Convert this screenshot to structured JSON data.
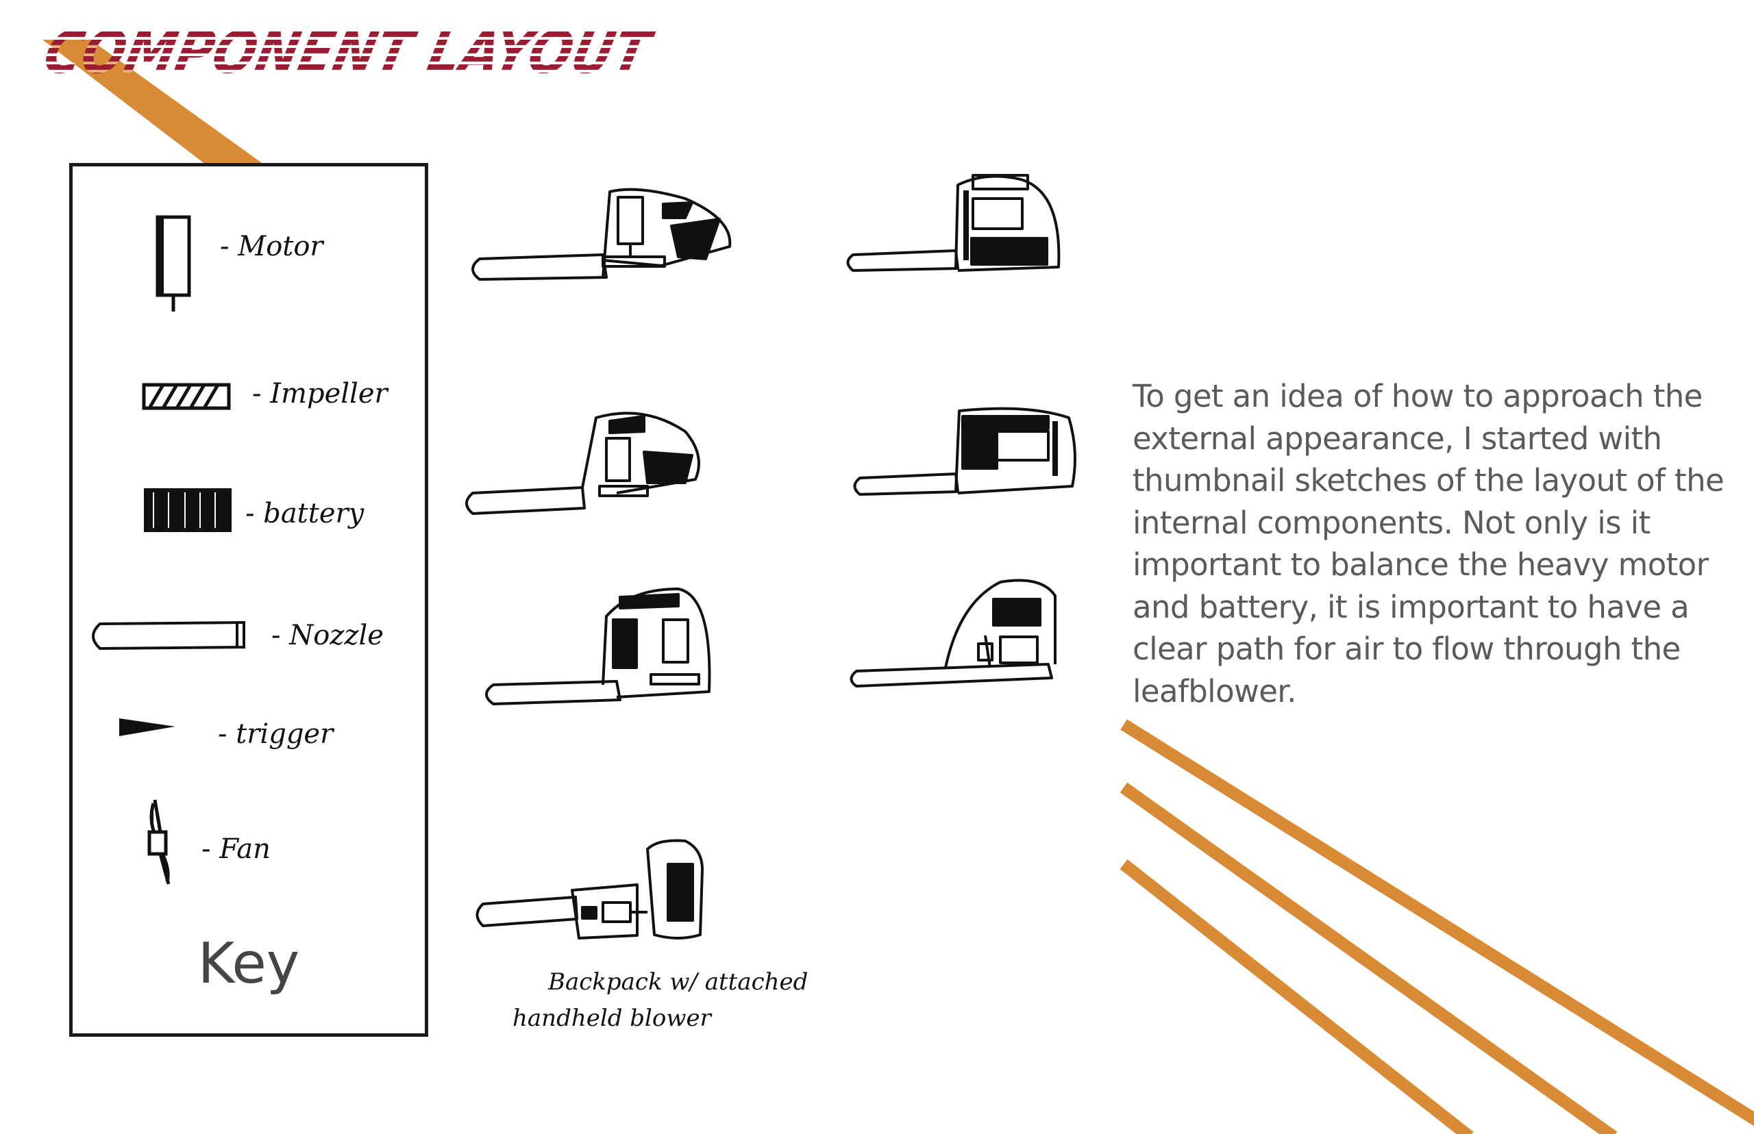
{
  "title": "COMPONENT LAYOUT",
  "colors": {
    "title_red": "#9b1b30",
    "accent_orange": "#d98a34",
    "text_gray": "#5a5a5a",
    "ink": "#111111"
  },
  "key": {
    "label": "Key",
    "items": [
      {
        "icon": "motor-icon",
        "label": "- Motor"
      },
      {
        "icon": "impeller-icon",
        "label": "- Impeller"
      },
      {
        "icon": "battery-icon",
        "label": "- battery"
      },
      {
        "icon": "nozzle-icon",
        "label": "- Nozzle"
      },
      {
        "icon": "trigger-icon",
        "label": "- trigger"
      },
      {
        "icon": "fan-icon",
        "label": "- Fan"
      }
    ]
  },
  "sketches": {
    "backpack_caption_1": "Backpack w/ attached",
    "backpack_caption_2": "handheld blower"
  },
  "description": "To get an idea of how to approach the external appearance, I started with thumbnail sketches of the layout of the internal components. Not only is it important to balance the heavy motor and battery, it is important to have a clear path for air to flow through the leafblower."
}
